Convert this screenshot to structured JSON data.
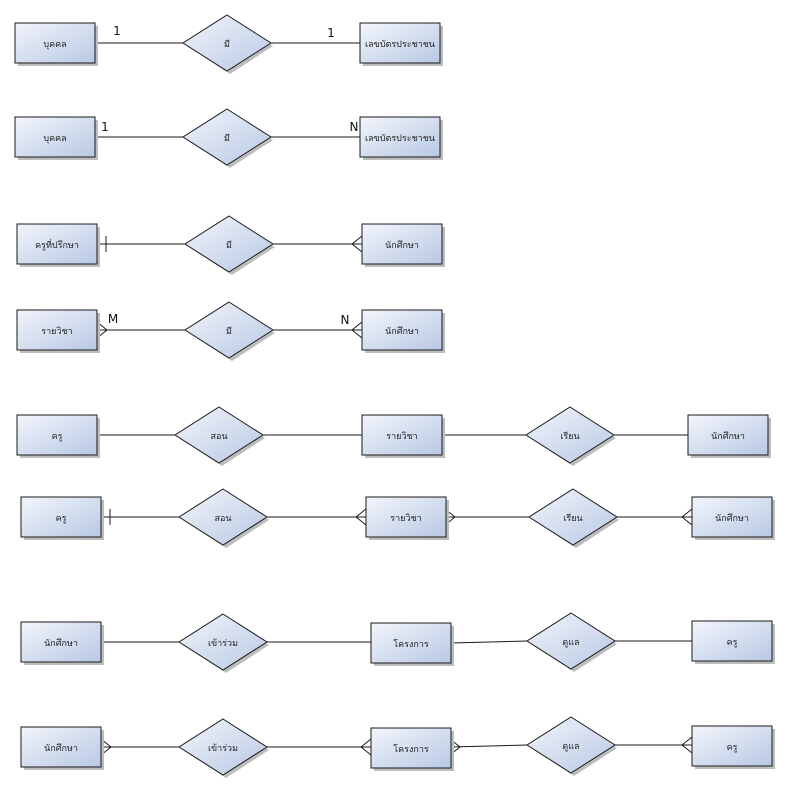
{
  "colors": {
    "entity_fill_top": "#f2f5fb",
    "entity_fill_bottom": "#b8c8e4",
    "stroke": "#1a1a1a",
    "shadow": "#bdbdbd",
    "text": "#222222"
  },
  "diagrams": [
    {
      "id": "d1",
      "left": {
        "label": "บุคคล",
        "end": "none",
        "card": "1"
      },
      "rel": {
        "label": "มี"
      },
      "right": {
        "label": "เลขบัตรประชาชน",
        "end": "none",
        "card": "1"
      }
    },
    {
      "id": "d2",
      "left": {
        "label": "บุคคล",
        "end": "none",
        "card": "1"
      },
      "rel": {
        "label": "มี"
      },
      "right": {
        "label": "เลขบัตรประชาชน",
        "end": "none",
        "card": "N"
      }
    },
    {
      "id": "d3",
      "left": {
        "label": "ครูที่ปรึกษา",
        "end": "one",
        "card": ""
      },
      "rel": {
        "label": "มี"
      },
      "right": {
        "label": "นักศึกษา",
        "end": "many",
        "card": ""
      }
    },
    {
      "id": "d4",
      "left": {
        "label": "รายวิชา",
        "end": "many",
        "card": "M"
      },
      "rel": {
        "label": "มี"
      },
      "right": {
        "label": "นักศึกษา",
        "end": "many",
        "card": "N"
      }
    },
    {
      "id": "d5",
      "left": {
        "label": "ครู",
        "end": "none"
      },
      "rel1": {
        "label": "สอน"
      },
      "mid": {
        "label": "รายวิชา",
        "end_left": "none",
        "end_right": "none"
      },
      "rel2": {
        "label": "เรียน"
      },
      "right": {
        "label": "นักศึกษา",
        "end": "none"
      }
    },
    {
      "id": "d6",
      "left": {
        "label": "ครู",
        "end": "one"
      },
      "rel1": {
        "label": "สอน"
      },
      "mid": {
        "label": "รายวิชา",
        "end_left": "many",
        "end_right": "many"
      },
      "rel2": {
        "label": "เรียน"
      },
      "right": {
        "label": "นักศึกษา",
        "end": "many"
      }
    },
    {
      "id": "d7",
      "left": {
        "label": "นักศึกษา",
        "end": "none"
      },
      "rel1": {
        "label": "เข้าร่วม"
      },
      "mid": {
        "label": "โครงการ",
        "end_left": "none",
        "end_right": "none"
      },
      "rel2": {
        "label": "ดูแล"
      },
      "right": {
        "label": "ครู",
        "end": "none"
      }
    },
    {
      "id": "d8",
      "left": {
        "label": "นักศึกษา",
        "end": "many"
      },
      "rel1": {
        "label": "เข้าร่วม"
      },
      "mid": {
        "label": "โครงการ",
        "end_left": "many",
        "end_right": "many"
      },
      "rel2": {
        "label": "ดูแล"
      },
      "right": {
        "label": "ครู",
        "end": "many"
      }
    }
  ]
}
